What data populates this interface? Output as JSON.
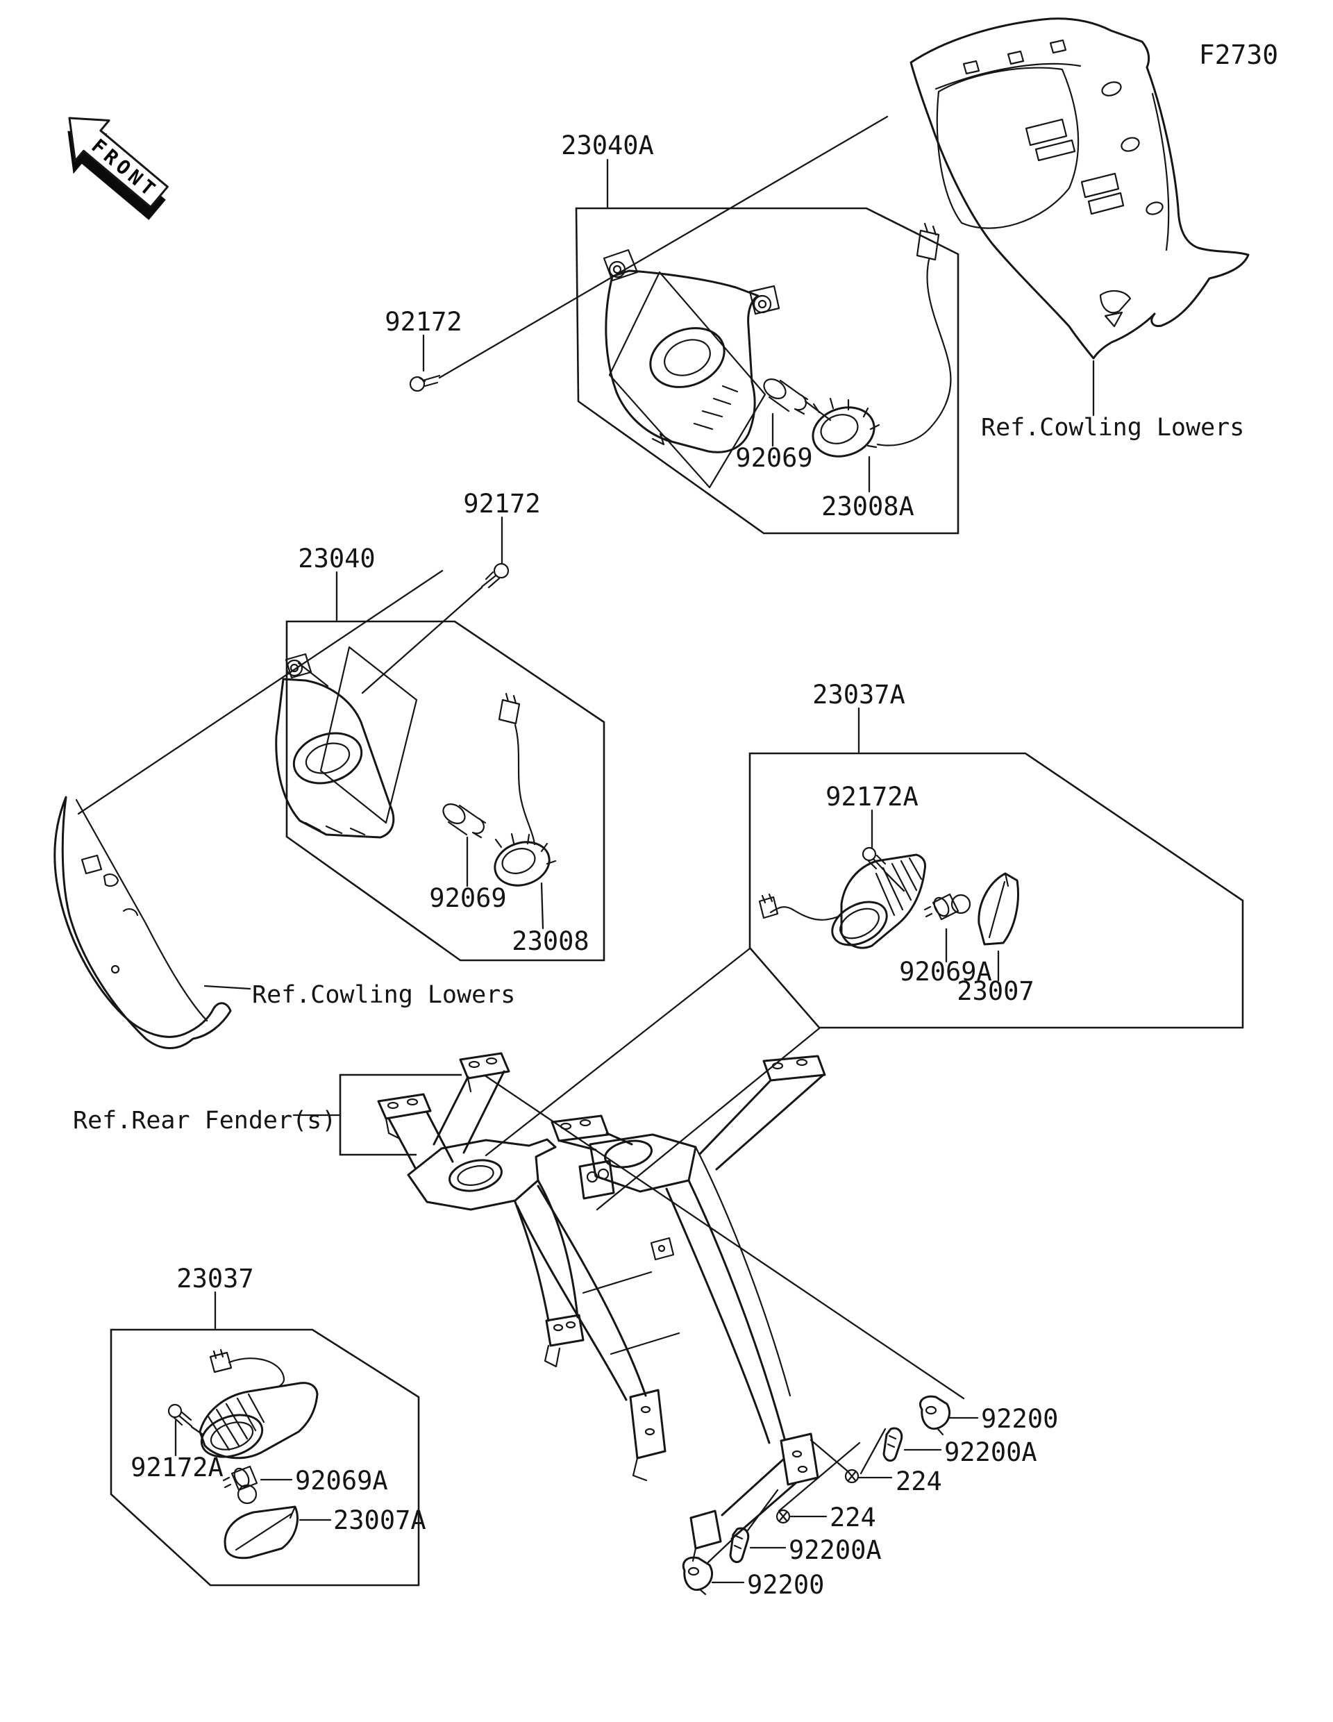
{
  "diagram": {
    "drawing_code": "F2730",
    "front_marker": "FRONT",
    "type": "motorcycle turn-signal parts diagram",
    "callouts": [
      {
        "id": "23040A",
        "text": "23040A"
      },
      {
        "id": "92172-1",
        "text": "92172"
      },
      {
        "id": "92069-1",
        "text": "92069"
      },
      {
        "id": "23008A",
        "text": "23008A"
      },
      {
        "id": "92172-2",
        "text": "92172"
      },
      {
        "id": "23040",
        "text": "23040"
      },
      {
        "id": "23037A",
        "text": "23037A"
      },
      {
        "id": "92172A-1",
        "text": "92172A"
      },
      {
        "id": "92069-2",
        "text": "92069"
      },
      {
        "id": "23008",
        "text": "23008"
      },
      {
        "id": "92069A-1",
        "text": "92069A"
      },
      {
        "id": "23007",
        "text": "23007"
      },
      {
        "id": "23037",
        "text": "23037"
      },
      {
        "id": "92172A-2",
        "text": "92172A"
      },
      {
        "id": "92069A-2",
        "text": "92069A"
      },
      {
        "id": "23007A",
        "text": "23007A"
      },
      {
        "id": "92200-1",
        "text": "92200"
      },
      {
        "id": "92200A-1",
        "text": "92200A"
      },
      {
        "id": "224-1",
        "text": "224"
      },
      {
        "id": "224-2",
        "text": "224"
      },
      {
        "id": "92200A-2",
        "text": "92200A"
      },
      {
        "id": "92200-2",
        "text": "92200"
      }
    ],
    "references": [
      {
        "id": "ref-cowling-lowers-top",
        "text": "Ref.Cowling Lowers"
      },
      {
        "id": "ref-cowling-lowers-left",
        "text": "Ref.Cowling Lowers"
      },
      {
        "id": "ref-rear-fenders",
        "text": "Ref.Rear Fender(s)"
      }
    ],
    "colors": {
      "ink": "#161616",
      "paper": "#ffffff"
    }
  }
}
